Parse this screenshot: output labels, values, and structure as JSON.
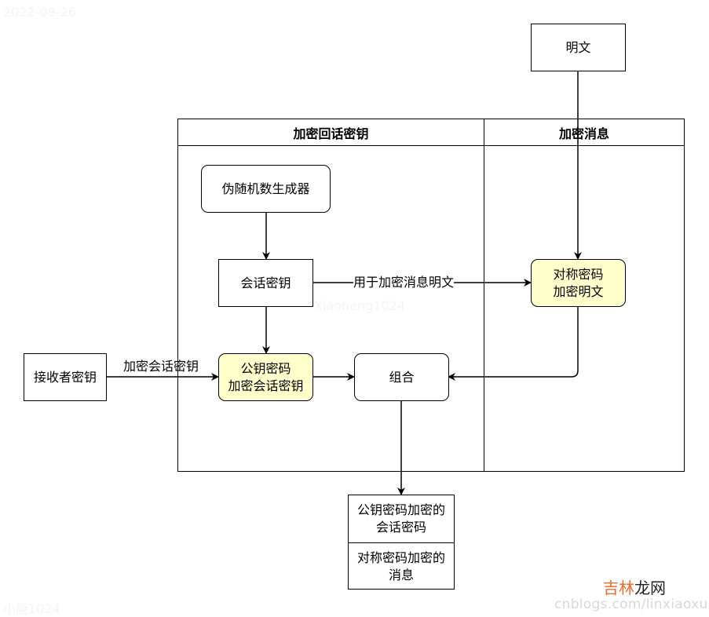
{
  "watermarks": {
    "date": "2022-09-26",
    "author_top": "Xiaoneng1024",
    "author_bottom": "小能1024"
  },
  "lanes": [
    {
      "id": "encrypt-session-key",
      "title": "加密回话密钥"
    },
    {
      "id": "encrypt-message",
      "title": "加密消息"
    }
  ],
  "nodes": {
    "plaintext": "明文",
    "prng": "伪随机数生成器",
    "session_key": "会话密钥",
    "symmetric_cipher": [
      "对称密码",
      "加密明文"
    ],
    "receiver_key": "接收者密钥",
    "public_key_cipher": [
      "公钥密码",
      "加密会话密钥"
    ],
    "combine": "组合",
    "output": [
      [
        "公钥密码加密的",
        "会话密码"
      ],
      [
        "对称密码加密的",
        "消息"
      ]
    ]
  },
  "edges": {
    "session_key_to_symmetric": "用于加密消息明文",
    "receiver_to_public_key": "加密会话密钥"
  },
  "colors": {
    "process_fill": "#ffffcc",
    "stroke": "#000000",
    "brand_accent": "#f26b29",
    "brand_dark": "#222222"
  },
  "footer": {
    "brand_part1": "吉林",
    "brand_part2": "龙网",
    "site": "cnblogs.com/linxiaoxu"
  }
}
